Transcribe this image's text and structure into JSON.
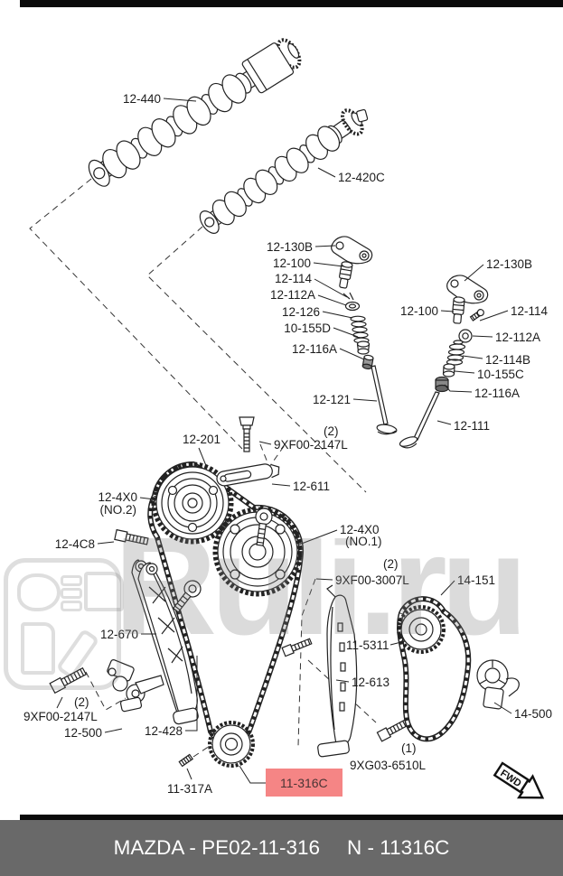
{
  "watermark": {
    "text": "Ruli.ru",
    "logo": "car-parts-logo"
  },
  "footer": {
    "catalog_code": "MAZDA - PE02-11-316",
    "part_code": "N - 11316C"
  },
  "colors": {
    "highlight": "#f58585",
    "footer_bg": "#696969",
    "line": "#222222"
  },
  "diagram": {
    "fwd": "FWD",
    "highlight": {
      "text": "11-316C"
    },
    "labels": [
      {
        "text": "12-440"
      },
      {
        "text": "12-420C"
      },
      {
        "text": "12-130B"
      },
      {
        "text": "12-100"
      },
      {
        "text": "12-114"
      },
      {
        "text": "12-112A"
      },
      {
        "text": "12-126"
      },
      {
        "text": "10-155D"
      },
      {
        "text": "12-116A"
      },
      {
        "text": "12-121"
      },
      {
        "text": "12-130B"
      },
      {
        "text": "12-100"
      },
      {
        "text": "12-114"
      },
      {
        "text": "12-112A"
      },
      {
        "text": "12-114B"
      },
      {
        "text": "10-155C"
      },
      {
        "text": "12-116A"
      },
      {
        "text": "12-111"
      },
      {
        "text": "12-201"
      },
      {
        "text": "(2)"
      },
      {
        "text": "9XF00-2147L"
      },
      {
        "text": "12-611"
      },
      {
        "text": "12-4X0"
      },
      {
        "text": "(NO.2)"
      },
      {
        "text": "12-4C8"
      },
      {
        "text": "12-4X0"
      },
      {
        "text": "(NO.1)"
      },
      {
        "text": "(2)"
      },
      {
        "text": "9XF00-3007L"
      },
      {
        "text": "14-151"
      },
      {
        "text": "12-670"
      },
      {
        "text": "11-5311"
      },
      {
        "text": "12-613"
      },
      {
        "text": "(2)"
      },
      {
        "text": "9XF00-2147L"
      },
      {
        "text": "12-500"
      },
      {
        "text": "12-428"
      },
      {
        "text": "9XG03-6510L"
      },
      {
        "text": "(1)"
      },
      {
        "text": "14-500"
      },
      {
        "text": "11-317A"
      }
    ]
  }
}
